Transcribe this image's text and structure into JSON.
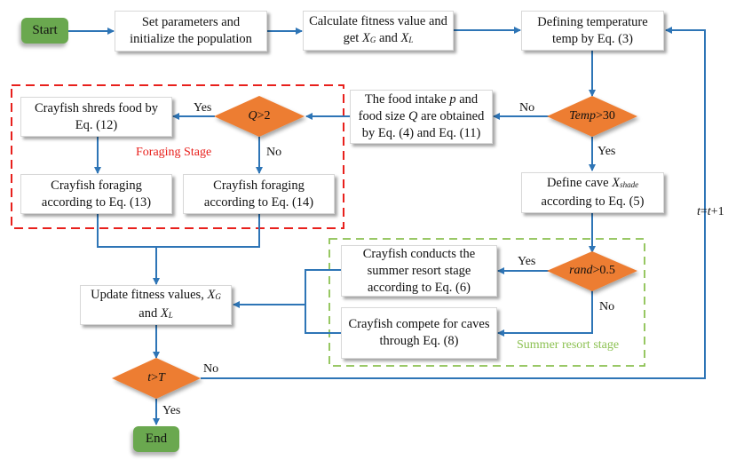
{
  "colors": {
    "terminal_fill": "#6aa84f",
    "decision_fill": "#ed7d31",
    "arrow": "#2e75b6",
    "foraging_border": "#e8201c",
    "summer_border": "#8cc152"
  },
  "nodes": {
    "start": "Start",
    "end": "End",
    "init": "Set parameters and initialize the population",
    "calc_fitness": {
      "line1": "Calculate fitness value and",
      "pre": "get ",
      "xg": "X",
      "xg_sub": "G",
      "mid": " and ",
      "xl": "X",
      "xl_sub": "L"
    },
    "temperature": {
      "line1": "Defining temperature",
      "line2": "temp by Eq. (3)"
    },
    "food": {
      "l1a": "The food intake ",
      "p": "p",
      "l1b": " and",
      "l2a": "food size ",
      "q": "Q",
      "l2b": " are obtained",
      "l3": "by Eq. (4) and Eq. (11)"
    },
    "cave": {
      "l1a": "Define cave ",
      "x": "X",
      "sub": "shade",
      "l2": "according to Eq. (5)"
    },
    "shreds": {
      "line1": "Crayfish shreds food by",
      "line2": "Eq. (12)"
    },
    "forage13": {
      "line1": "Crayfish foraging",
      "line2": "according to Eq. (13)"
    },
    "forage14": {
      "line1": "Crayfish foraging",
      "line2": "according to Eq. (14)"
    },
    "summer": {
      "line1": "Crayfish conducts the",
      "line2": "summer resort stage",
      "line3": "according to Eq. (6)"
    },
    "compete": {
      "line1": "Crayfish compete for caves",
      "line2": "through Eq. (8)"
    },
    "update": {
      "l1a": "Update fitness values, ",
      "xg": "X",
      "xg_sub": "G",
      "l2a": "and ",
      "xl": "X",
      "xl_sub": "L"
    }
  },
  "decisions": {
    "temp": {
      "var": "Temp",
      "cond": ">30"
    },
    "q": {
      "var": "Q",
      "cond": ">2"
    },
    "rand": {
      "var": "rand",
      "cond": ">0.5"
    },
    "t": {
      "var": "t",
      "op": ">",
      "var2": "T"
    }
  },
  "edge_labels": {
    "temp_no": "No",
    "temp_yes": "Yes",
    "q_yes": "Yes",
    "q_no": "No",
    "rand_yes": "Yes",
    "rand_no": "No",
    "t_no": "No",
    "t_yes": "Yes",
    "loop": {
      "a": "t",
      "eq": "=",
      "b": "t",
      "plus": "+1"
    }
  },
  "stages": {
    "foraging": "Foraging Stage",
    "summer": "Summer resort stage"
  }
}
